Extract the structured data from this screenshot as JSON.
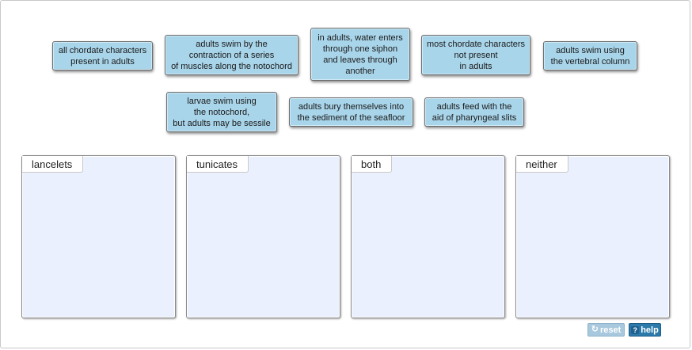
{
  "chips": [
    "all chordate characters\npresent in adults",
    "adults swim by the\ncontraction of a series\nof muscles along the notochord",
    "in adults, water enters\nthrough one siphon\nand leaves through\nanother",
    "most chordate characters\nnot present\nin adults",
    "adults swim using\nthe vertebral column",
    "larvae swim using\nthe notochord,\nbut adults may be sessile",
    "adults bury themselves into\nthe sediment of the seafloor",
    "adults feed with the\naid of pharyngeal slits"
  ],
  "bins": [
    "lancelets",
    "tunicates",
    "both",
    "neither"
  ],
  "controls": {
    "reset_label": "reset",
    "reset_icon": "refresh-icon",
    "help_label": "help",
    "help_icon": "question-mark-icon"
  },
  "colors": {
    "chip_fill": "#a9d5ea",
    "bin_fill": "#eaf0fd",
    "help_button": "#2b7aaa",
    "reset_button": "#a8c8de"
  }
}
